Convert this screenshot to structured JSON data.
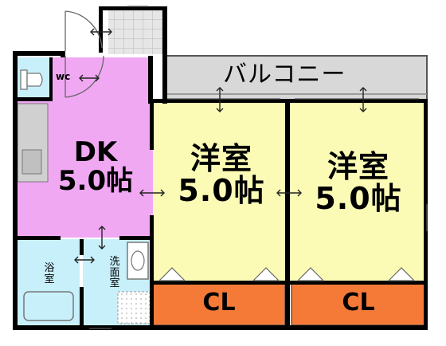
{
  "floorplan": {
    "balcony": "バルコニー",
    "wc": "wc",
    "dk": {
      "name": "DK",
      "size": "5.0帖"
    },
    "western_room_1": {
      "name": "洋室",
      "size": "5.0帖"
    },
    "western_room_2": {
      "name": "洋室",
      "size": "5.0帖"
    },
    "bath": {
      "line1": "浴",
      "line2": "室"
    },
    "washroom": {
      "line1": "洗",
      "line2": "面",
      "line3": "室"
    },
    "closet_1": "CL",
    "closet_2": "CL"
  },
  "colors": {
    "dk": "#f1a8f3",
    "western_rooms": "#fbfbb5",
    "closets": "#f57a38",
    "wet_areas": "#c8f0fb",
    "balcony": "#d8d8d8",
    "walls": "#000000",
    "lines": "#7a7a7a"
  }
}
